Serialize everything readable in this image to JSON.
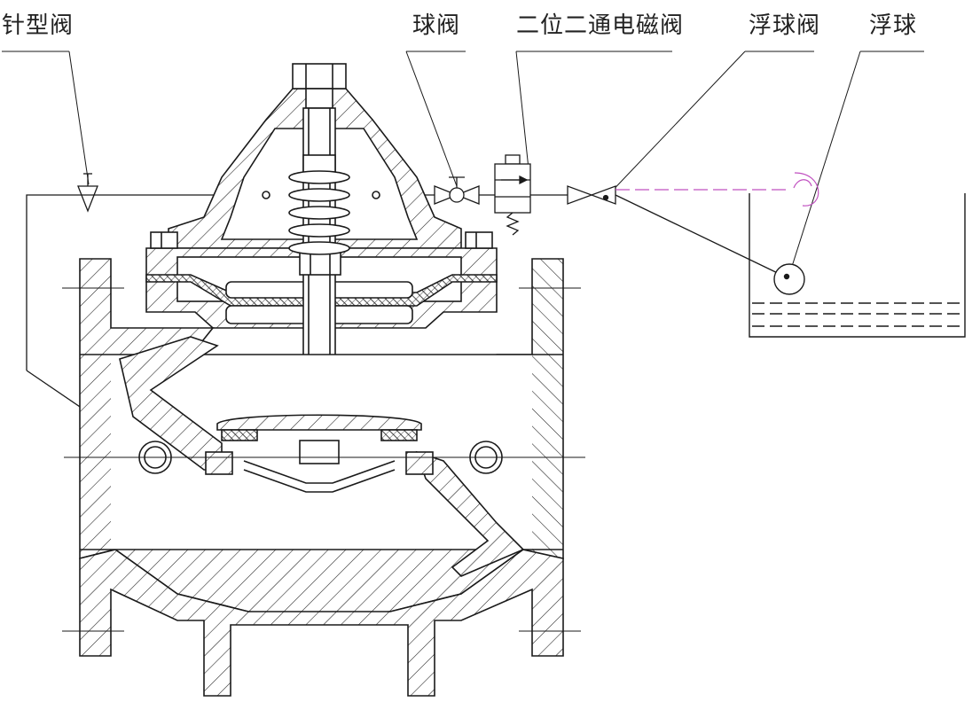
{
  "labels": {
    "needle_valve": "针型阀",
    "ball_valve": "球阀",
    "solenoid_valve": "二位二通电磁阀",
    "float_valve": "浮球阀",
    "float": "浮球"
  },
  "colors": {
    "line": "#1a1a1a",
    "signal_line": "#c050c0",
    "background": "#ffffff"
  }
}
